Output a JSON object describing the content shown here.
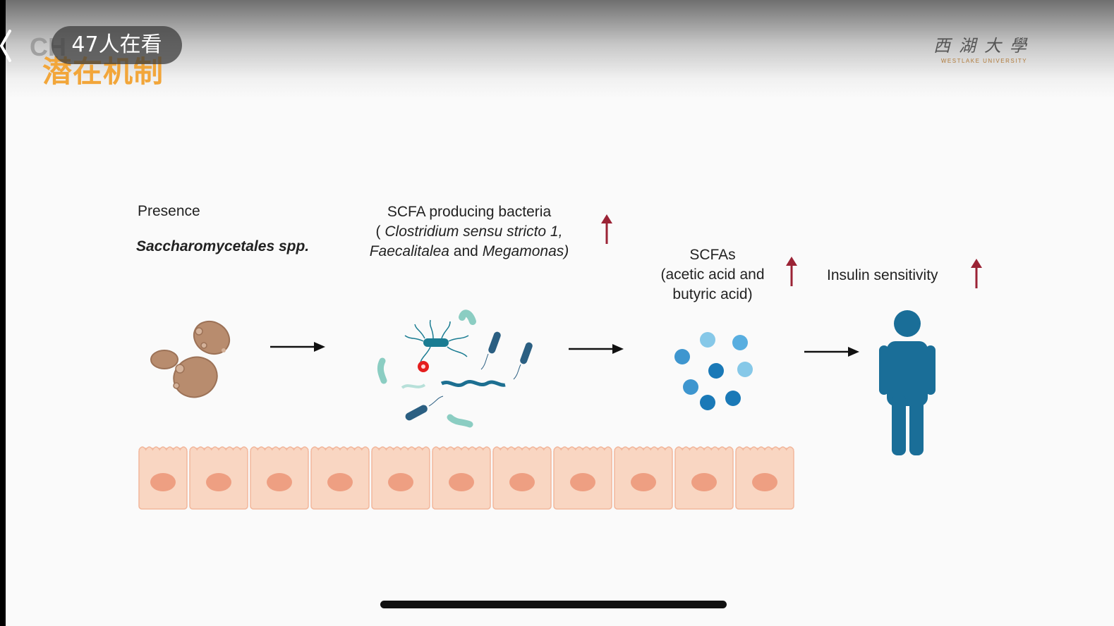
{
  "overlay": {
    "viewers": "47人在看"
  },
  "slide": {
    "title": "潜在机制",
    "logo_cn": "西湖大學",
    "logo_en": "WESTLAKE UNIVERSITY",
    "steps": {
      "yeast": {
        "line1": "Presence",
        "line2": "Saccharomycetales spp."
      },
      "bacteria": {
        "line1": "SCFA producing bacteria",
        "open_paren": "( ",
        "genus1": "Clostridium sensu stricto 1,",
        "genus2": "Faecalitalea",
        "and": " and ",
        "genus3": "Megamonas)"
      },
      "scfa": {
        "line1": "SCFAs",
        "line2": "(acetic acid and",
        "line3": "butyric acid)"
      },
      "insulin": {
        "line1": "Insulin sensitivity"
      }
    },
    "colors": {
      "title": "#f2a63a",
      "up_arrow": "#9b2335",
      "person": "#1a6e98",
      "cell_fill": "#f9d6c2",
      "cell_nucleus": "#ee9f82"
    }
  }
}
